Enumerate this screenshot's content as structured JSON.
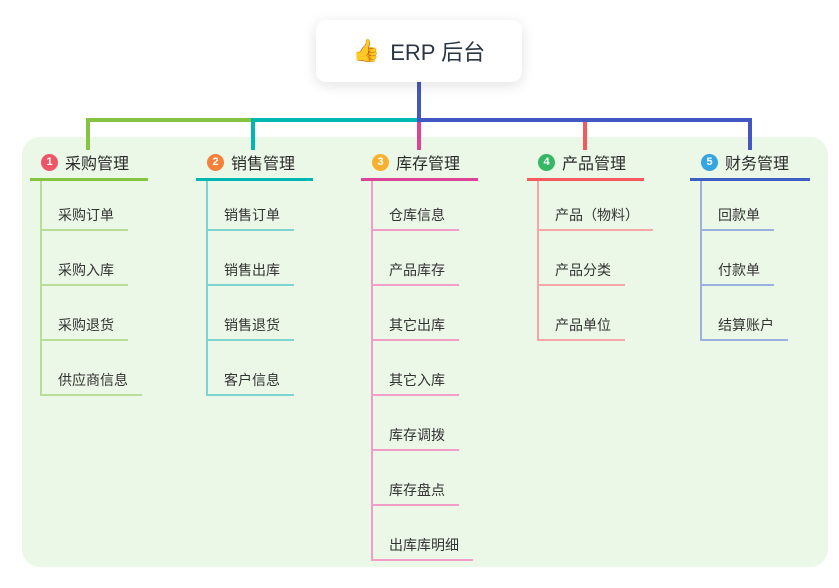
{
  "root": {
    "icon": "👍",
    "label": "ERP 后台"
  },
  "canvas_bg": "#ebf7e7",
  "connector_color": "#4257c2",
  "branches": [
    {
      "num": "1",
      "label": "采购管理",
      "color": "#85c440",
      "badge_color": "#ee5566",
      "light_color": "#b9dc96",
      "children": [
        "采购订单",
        "采购入库",
        "采购退货",
        "供应商信息"
      ]
    },
    {
      "num": "2",
      "label": "销售管理",
      "color": "#00b6b0",
      "badge_color": "#f5823b",
      "light_color": "#7fd4cf",
      "children": [
        "销售订单",
        "销售出库",
        "销售退货",
        "客户信息"
      ]
    },
    {
      "num": "3",
      "label": "库存管理",
      "color": "#db4397",
      "badge_color": "#f8b12e",
      "light_color": "#f19fc7",
      "children": [
        "仓库信息",
        "产品库存",
        "其它出库",
        "其它入库",
        "库存调拨",
        "库存盘点",
        "出库库明细"
      ]
    },
    {
      "num": "4",
      "label": "产品管理",
      "color": "#f4595e",
      "badge_color": "#35b765",
      "light_color": "#f6a6a6",
      "children": [
        "产品（物料）",
        "产品分类",
        "产品单位"
      ]
    },
    {
      "num": "5",
      "label": "财务管理",
      "color": "#3f5ec3",
      "badge_color": "#34a5e0",
      "light_color": "#9cb1e0",
      "children": [
        "回款单",
        "付款单",
        "结算账户"
      ]
    }
  ]
}
